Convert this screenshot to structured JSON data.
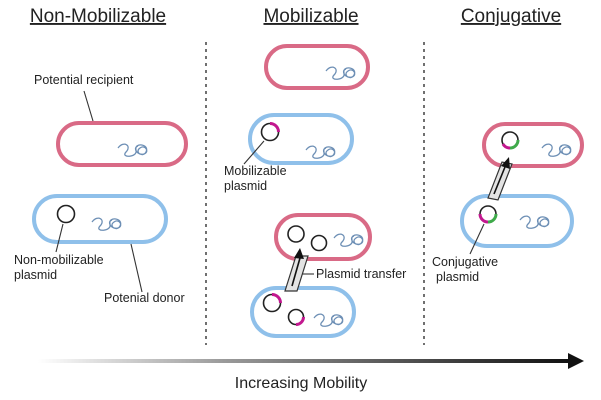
{
  "headers": {
    "non_mobilizable": "Non-Mobilizable",
    "mobilizable": "Mobilizable",
    "conjugative": "Conjugative"
  },
  "labels": {
    "potential_recipient": "Potential recipient",
    "non_mobilizable_plasmid_line1": "Non-mobilizable",
    "non_mobilizable_plasmid_line2": "plasmid",
    "potential_donor": "Potenial donor",
    "mobilizable_plasmid_line1": "Mobilizable",
    "mobilizable_plasmid_line2": "plasmid",
    "plasmid_transfer": "Plasmid transfer",
    "conjugative_plasmid_line1": "Conjugative",
    "conjugative_plasmid_line2": "plasmid"
  },
  "axis": {
    "label": "Increasing Mobility"
  },
  "colors": {
    "recipient_cell": "#d96a86",
    "donor_cell": "#8fc0ea",
    "plasmid_accent_magenta": "#c2188f",
    "plasmid_accent_green": "#3faa4a"
  }
}
